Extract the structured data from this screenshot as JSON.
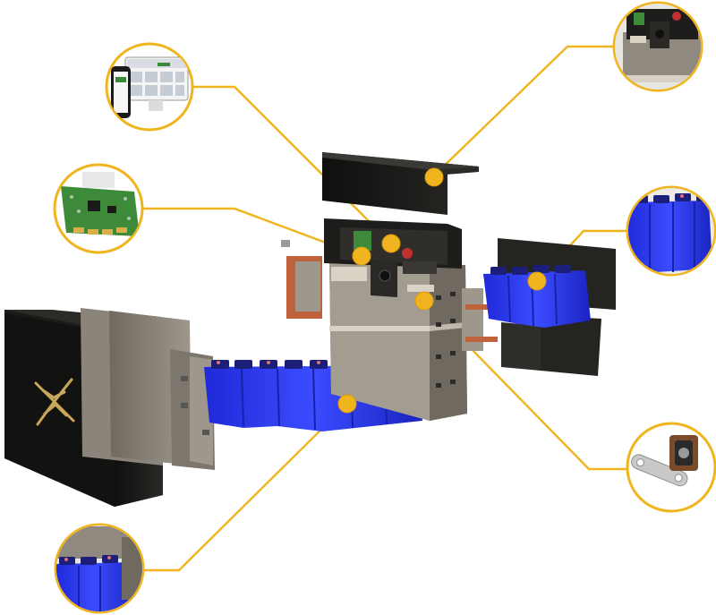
{
  "diagram": {
    "accent": "#f0b51e",
    "accent_stroke": "#d99a0b",
    "callout_lines": "#f0b51e",
    "cell_blue": "#2d3df0",
    "cell_blue_light": "#4a5cff",
    "enclosure_dark": "#1a1917",
    "logo_gold": "#c8a75a",
    "pcb_green": "#3d8a3a",
    "panel_grey": "#8a8378"
  },
  "callouts": [
    {
      "id": "monitoring-app",
      "icon": "phone-and-monitor-icon"
    },
    {
      "id": "top-cover",
      "icon": "cover-detail-icon"
    },
    {
      "id": "bms-board",
      "icon": "pcb-icon"
    },
    {
      "id": "battery-cells-right",
      "icon": "battery-cells-icon"
    },
    {
      "id": "terminal-bus",
      "icon": "terminal-connector-icon"
    },
    {
      "id": "battery-cells-left",
      "icon": "battery-cells-icon"
    }
  ]
}
